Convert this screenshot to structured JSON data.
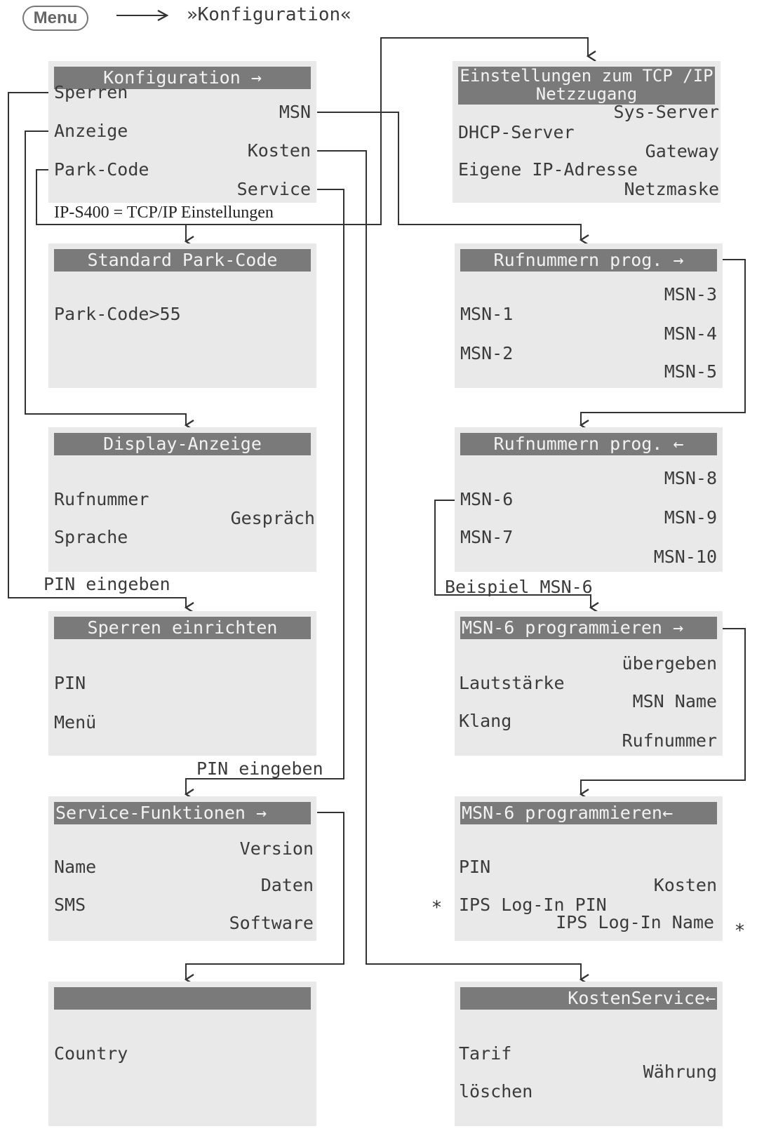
{
  "top": {
    "menu_label": "Menu",
    "title": "»Konfiguration«"
  },
  "panels": {
    "konfiguration": {
      "header": "Konfiguration →",
      "items": [
        "Sperren",
        "MSN",
        "Anzeige",
        "Kosten",
        "Park-Code",
        "Service"
      ]
    },
    "tcpip": {
      "header": "Einstellungen zum TCP /IP Netzzugang",
      "items": [
        "Sys-Server",
        "DHCP-Server",
        "Gateway",
        "Eigene IP-Adresse",
        "Netzmaske"
      ]
    },
    "parkcode": {
      "header": "Standard Park-Code",
      "items": [
        "Park-Code>55"
      ]
    },
    "rufnummern1": {
      "header": "Rufnummern prog. →",
      "items": [
        "MSN-3",
        "MSN-1",
        "MSN-4",
        "MSN-2",
        "MSN-5"
      ]
    },
    "display": {
      "header": "Display-Anzeige",
      "items": [
        "Rufnummer",
        "Gespräch",
        "Sprache"
      ]
    },
    "rufnummern2": {
      "header": "Rufnummern prog. ←",
      "items": [
        "MSN-8",
        "MSN-6",
        "MSN-9",
        "MSN-7",
        "MSN-10"
      ]
    },
    "sperren": {
      "header": "Sperren einrichten",
      "items": [
        "PIN",
        "Menü"
      ]
    },
    "msn6a": {
      "header": "MSN-6 programmieren →",
      "items": [
        "übergeben",
        "Lautstärke",
        "MSN Name",
        "Klang",
        "Rufnummer"
      ]
    },
    "service": {
      "header": "Service-Funktionen →",
      "items": [
        "Version",
        "Name",
        "Daten",
        "SMS",
        "Software"
      ]
    },
    "msn6b": {
      "header": "MSN-6 programmieren←",
      "items": [
        "PIN",
        "Kosten",
        "IPS Log-In PIN",
        "IPS Log-In Name"
      ]
    },
    "country": {
      "header": "",
      "items": [
        "Country"
      ]
    },
    "kosten": {
      "header": "KostenService←",
      "items": [
        "Tarif",
        "Währung",
        "löschen"
      ]
    }
  },
  "labels": {
    "ip_note": "IP-S400 = TCP/IP Einstellungen",
    "pin_eingeben_1": "PIN eingeben",
    "pin_eingeben_2": "PIN eingeben",
    "beispiel": "Beispiel MSN-6",
    "asterisk": "*"
  },
  "colors": {
    "panel_bg": "#e9e9e9",
    "header_bg": "#7a7a7a",
    "line": "#333333"
  }
}
